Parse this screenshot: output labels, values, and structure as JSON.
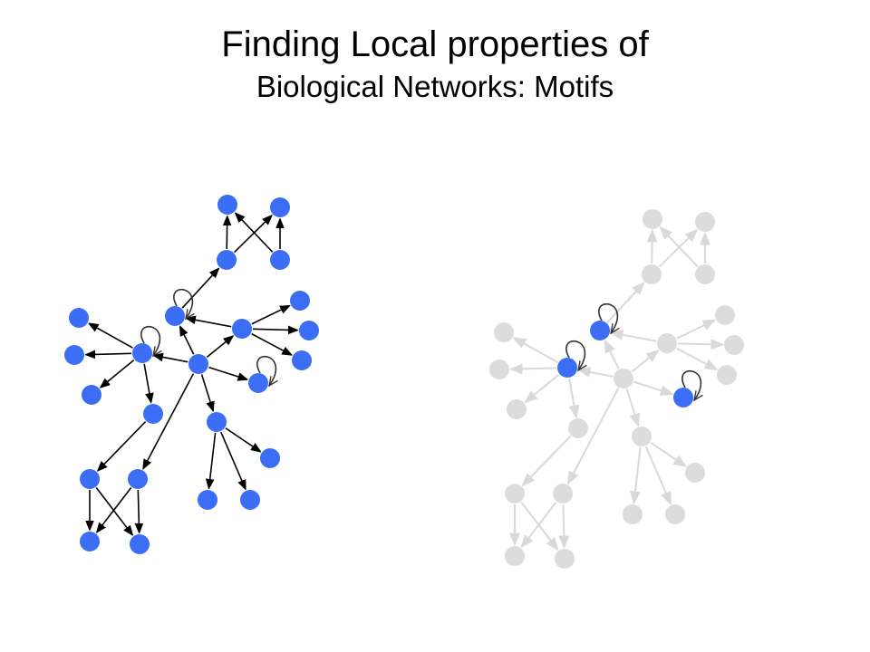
{
  "slide": {
    "title_line1": "Finding Local properties of",
    "title_line2": "Biological Networks: Motifs"
  },
  "colors": {
    "node_active": "#3b6ef5",
    "node_faded": "#dcdcdc",
    "edge_active": "#000000",
    "edge_faded": "#d9d9d9",
    "self_loop": "#333333"
  },
  "networks": [
    {
      "id": "full-network",
      "mode": "active",
      "highlight_nodes": []
    },
    {
      "id": "self-loop-highlight-network",
      "mode": "faded",
      "highlight_nodes": [
        "n3",
        "n7",
        "n10"
      ]
    }
  ]
}
